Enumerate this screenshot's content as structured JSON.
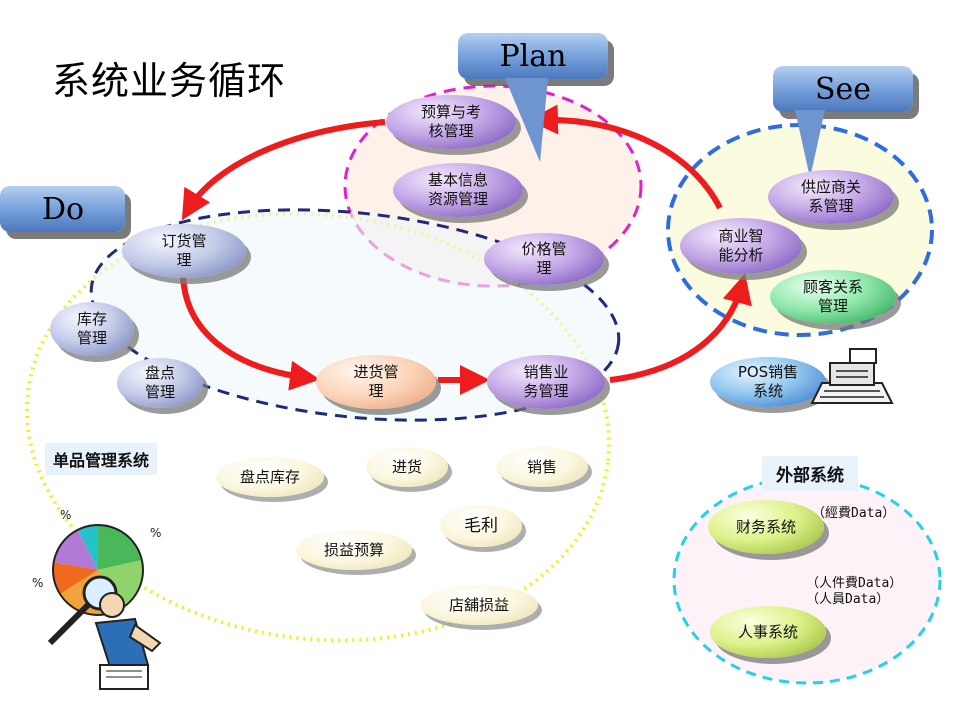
{
  "title": "系统业务循环",
  "callouts": {
    "plan": "Plan",
    "see": "See",
    "do": "Do"
  },
  "nodes": {
    "budget": "预算与考\n核管理",
    "basic_info": "基本信息\n资源管理",
    "price": "价格管\n理",
    "order": "订货管\n理",
    "inventory": "库存\n管理",
    "stocktake": "盘点\n管理",
    "purchase": "进货管\n理",
    "sales_mgmt": "销售业\n务管理",
    "bi": "商业智\n能分析",
    "supplier": "供应商关\n系管理",
    "customer": "顾客关系\n管理",
    "pos": "POS销售\n系统",
    "finance": "财务系统",
    "hr": "人事系统"
  },
  "item_system": {
    "label": "单品管理系统",
    "items": {
      "stock_count": "盘点库存",
      "incoming": "进货",
      "selling": "销售",
      "gross_profit": "毛利",
      "loss_budget": "损益预算",
      "store_pl": "店舖损益"
    }
  },
  "external": {
    "label": "外部系统",
    "finance_note": "（經費Data）",
    "hr_note": "（人件費Data）\n（人員Data）"
  },
  "colors": {
    "arrow": "#ee1c1c",
    "plan_ring": "#e020c8",
    "see_ring": "#2f6ce0",
    "do_ring": "#1f2a78",
    "item_ring": "#f1ee1a",
    "ext_ring": "#22d3e6"
  }
}
